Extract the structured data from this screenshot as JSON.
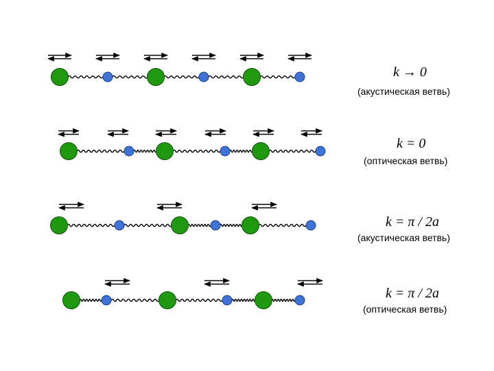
{
  "colors": {
    "heavy_atom": "#1f9a10",
    "heavy_atom_stroke": "#0d4f06",
    "light_atom": "#3f73d8",
    "light_atom_stroke": "#1b3f86",
    "spring": "#000000",
    "arrow": "#000000"
  },
  "rows": [
    {
      "formula": "k → 0",
      "branch": "(акустическая ветвь)"
    },
    {
      "formula": "k = 0",
      "branch": "(оптическая ветвь)"
    },
    {
      "formula": "k = π / 2a",
      "branch": "(акустическая ветвь)"
    },
    {
      "formula": "k = π / 2a",
      "branch": "(оптическая ветвь)"
    }
  ]
}
